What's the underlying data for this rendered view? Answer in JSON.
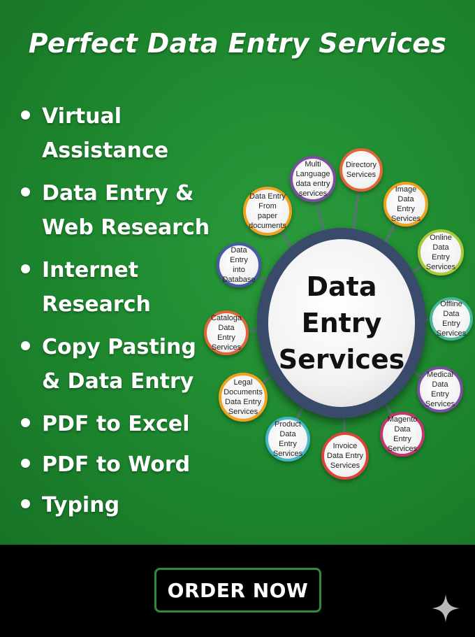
{
  "title": "Perfect Data Entry Services",
  "bullets": [
    [
      "Virtual",
      "Assistance"
    ],
    [
      "Data Entry &",
      "Web Research"
    ],
    [
      "Internet",
      "Research"
    ],
    [
      "Copy Pasting",
      "& Data Entry"
    ],
    [
      "PDF to Excel"
    ],
    [
      "PDF to Word"
    ],
    [
      "Typing"
    ]
  ],
  "hub_lines": [
    "Data",
    "Entry",
    "Services"
  ],
  "nodes": [
    {
      "lines": [
        "Multi",
        "Language",
        "data entry",
        "services"
      ],
      "color": "#7b4fa0"
    },
    {
      "lines": [
        "Directory",
        "Services"
      ],
      "color": "#e0663a"
    },
    {
      "lines": [
        "Image",
        "Data Entry",
        "Services"
      ],
      "color": "#f0a21e"
    },
    {
      "lines": [
        "Online",
        "Data Entry",
        "Services"
      ],
      "color": "#a9c83a"
    },
    {
      "lines": [
        "Offline",
        "Data Entry",
        "Services"
      ],
      "color": "#45b897"
    },
    {
      "lines": [
        "Medical",
        "Data Entry",
        "Services"
      ],
      "color": "#7b4fa0"
    },
    {
      "lines": [
        "Magento",
        "Data Entry",
        "Services"
      ],
      "color": "#c2356e"
    },
    {
      "lines": [
        "Invoice",
        "Data Entry",
        "Services"
      ],
      "color": "#d9453a"
    },
    {
      "lines": [
        "Product",
        "Data Entry",
        "Services"
      ],
      "color": "#45b8c5"
    },
    {
      "lines": [
        "Legal",
        "Documents",
        "Data Entry",
        "Services"
      ],
      "color": "#f0a21e"
    },
    {
      "lines": [
        "Cataloga",
        "Data Entry",
        "Services"
      ],
      "color": "#e0663a"
    },
    {
      "lines": [
        "Data Entry",
        "into",
        "Database"
      ],
      "color": "#4a58a8"
    },
    {
      "lines": [
        "Data Entry",
        "From paper",
        "documents"
      ],
      "color": "#f0a21e"
    }
  ],
  "order_button": "ORDER NOW",
  "colors": {
    "green": "#1f8a30",
    "button_border": "#2f8a3e",
    "hub_ring": "#394a6a"
  },
  "icons": {
    "bullet": "white-dot-icon",
    "corner": "sparkle-icon"
  }
}
